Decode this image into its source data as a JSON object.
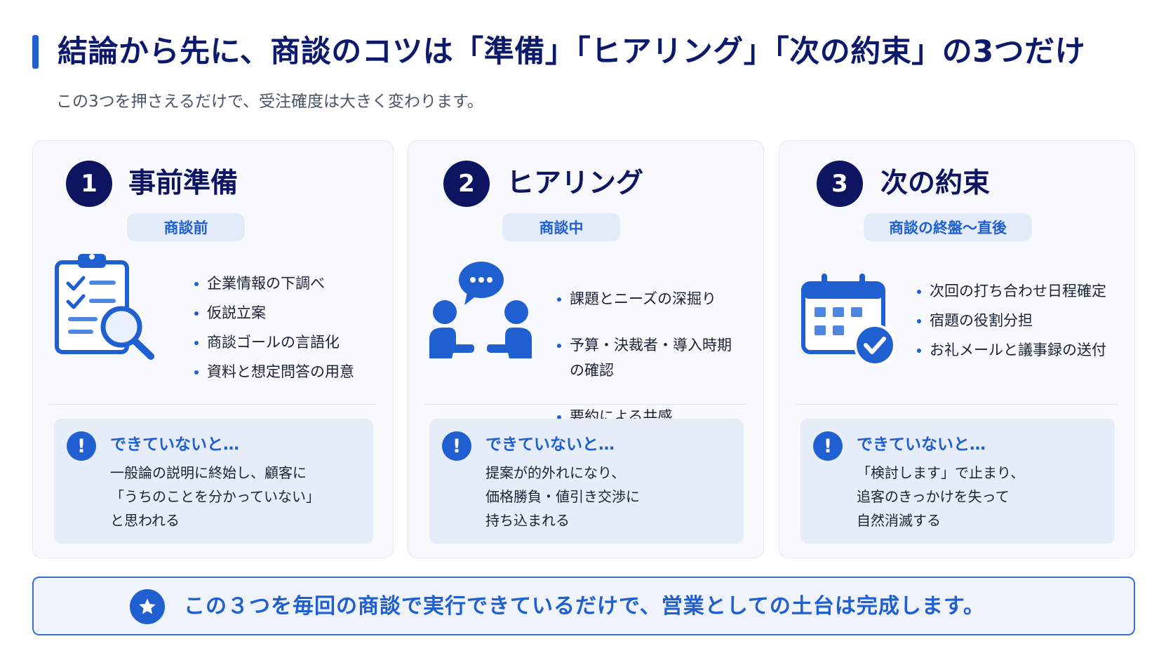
{
  "header": {
    "title": "結論から先に、商談のコツは「準備」「ヒアリング」「次の約束」の3つだけ",
    "subtitle": "この3つを押さえるだけで、受注確度は大きく変わります。"
  },
  "colors": {
    "navy": "#0d1560",
    "accent_blue": "#1f5fd0",
    "card_bg": "#f7f9fd",
    "warn_bg": "#e6edf8"
  },
  "cards": [
    {
      "number": "1",
      "title": "事前準備",
      "phase": "商談前",
      "icon": "clipboard-magnifier-icon",
      "bullets": [
        "企業情報の下調べ",
        "仮説立案",
        "商談ゴールの言語化",
        "資料と想定問答の用意"
      ],
      "warning_title": "できていないと…",
      "warning_body": "一般論の説明に終始し、顧客に\n「うちのことを分かっていない」\nと思われる"
    },
    {
      "number": "2",
      "title": "ヒアリング",
      "phase": "商談中",
      "icon": "conversation-people-icon",
      "bullets": [
        "課題とニーズの深掘り",
        "予算・決裁者・導入時期\nの確認",
        "要約による共感"
      ],
      "warning_title": "できていないと…",
      "warning_body": "提案が的外れになり、\n価格勝負・値引き交渉に\n持ち込まれる"
    },
    {
      "number": "3",
      "title": "次の約束",
      "phase": "商談の終盤〜直後",
      "icon": "calendar-check-icon",
      "bullets": [
        "次回の打ち合わせ日程確定",
        "宿題の役割分担",
        "お礼メールと議事録の送付"
      ],
      "warning_title": "できていないと…",
      "warning_body": "「検討します」で止まり、\n追客のきっかけを失って\n自然消滅する"
    }
  ],
  "footer": {
    "icon": "star-icon",
    "text": "この３つを毎回の商談で実行できているだけで、営業としての土台は完成します。"
  }
}
